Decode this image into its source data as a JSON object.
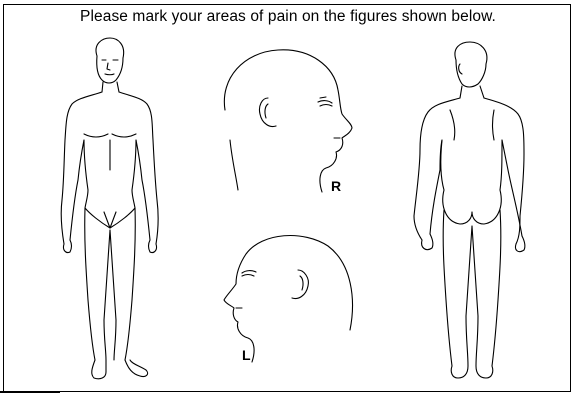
{
  "instruction": "Please mark your areas of pain on the figures shown below.",
  "labels": {
    "right_head": "R",
    "left_head": "L"
  },
  "figures": [
    {
      "name": "front-body",
      "icon": "body-front-icon"
    },
    {
      "name": "right-head-profile",
      "icon": "head-right-profile-icon"
    },
    {
      "name": "left-head-profile",
      "icon": "head-left-profile-icon"
    },
    {
      "name": "back-body",
      "icon": "body-back-icon"
    }
  ]
}
